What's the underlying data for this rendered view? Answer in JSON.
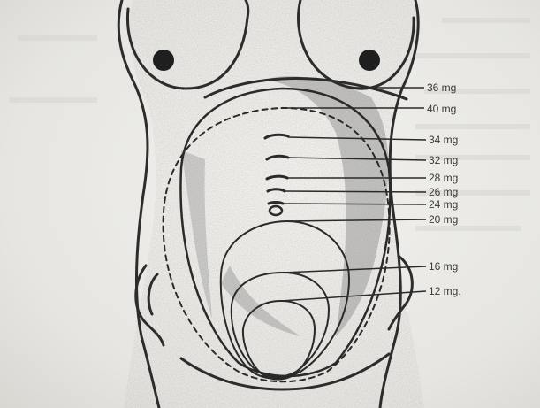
{
  "labels": [
    "36 mg",
    "40 mg",
    "34 mg",
    "32 mg",
    "28 mg",
    "26 mg",
    "24 mg",
    "20 mg",
    "16 mg",
    "12 mg."
  ],
  "colors": {
    "ink": "#2c2c2c",
    "paper": "#ecebe7",
    "stipple": "#6b6b6b"
  }
}
